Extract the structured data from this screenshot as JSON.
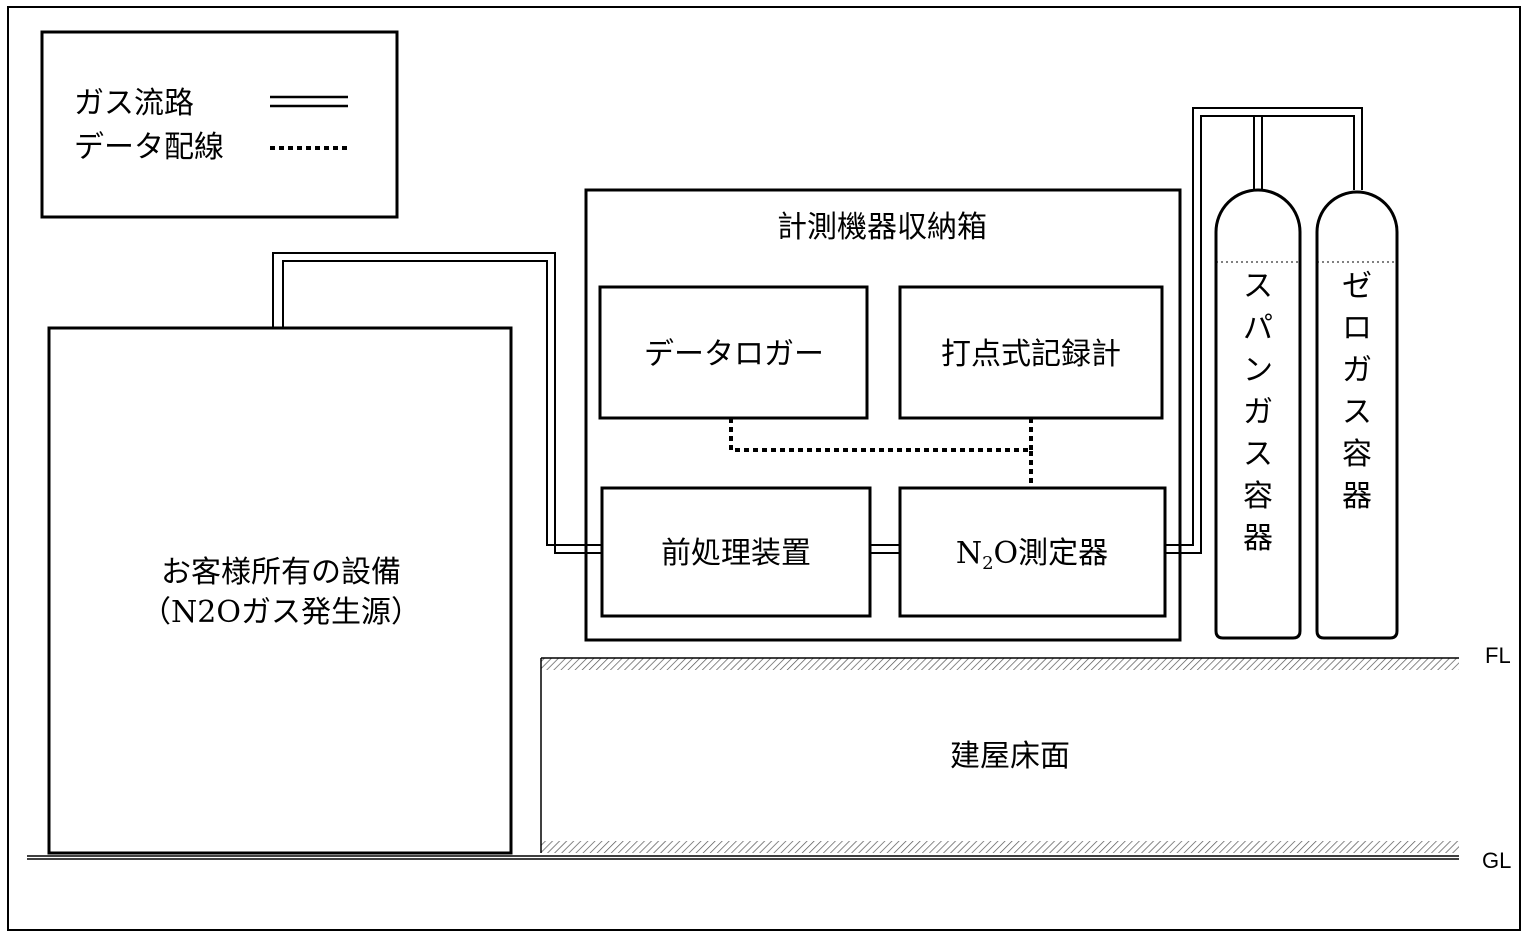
{
  "legend": {
    "gas_label": "ガス流路",
    "data_label": "データ配線"
  },
  "equipment": {
    "label_line1": "お客様所有の設備",
    "label_line2": "（N2Oガス発生源）"
  },
  "instrument_box": {
    "title": "計測機器収納箱",
    "data_logger": "データロガー",
    "recorder": "打点式記録計",
    "pretreatment": "前処理装置",
    "analyzer_n": "N",
    "analyzer_sub": "2",
    "analyzer_rest": "O測定器"
  },
  "cylinders": {
    "span_chars": [
      "ス",
      "パ",
      "ン",
      "ガ",
      "ス",
      "容",
      "器"
    ],
    "zero_chars": [
      "ゼ",
      "ロ",
      "ガ",
      "ス",
      "容",
      "器"
    ]
  },
  "floor": {
    "label": "建屋床面",
    "fl": "FL",
    "gl": "GL"
  }
}
